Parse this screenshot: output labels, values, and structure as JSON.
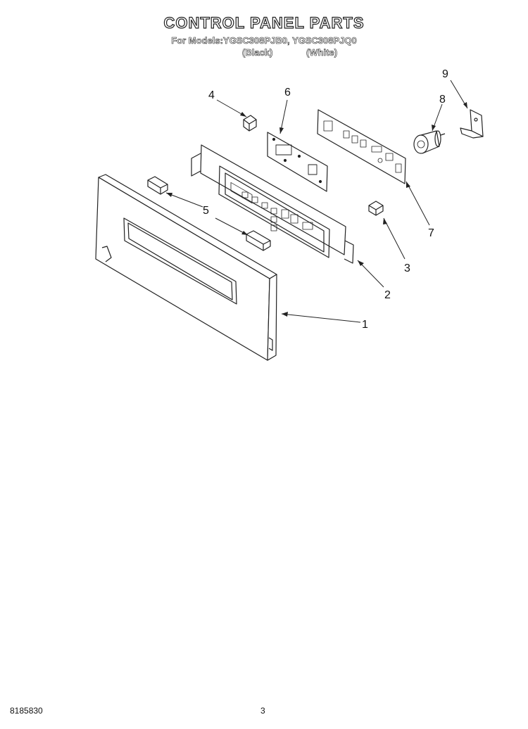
{
  "header": {
    "title": "CONTROL PANEL PARTS",
    "models_line": "For Models:YGSC308PJB0, YGSC308PJQ0",
    "variants": [
      "(Black)",
      "(White)"
    ]
  },
  "callouts": [
    {
      "id": "1",
      "label": "1",
      "part": "control-panel-housing"
    },
    {
      "id": "2",
      "label": "2",
      "part": "control-panel-bracket"
    },
    {
      "id": "3",
      "label": "3",
      "part": "standoff"
    },
    {
      "id": "4",
      "label": "4",
      "part": "standoff"
    },
    {
      "id": "5",
      "label": "5",
      "part": "spacer-blocks"
    },
    {
      "id": "6",
      "label": "6",
      "part": "membrane-overlay"
    },
    {
      "id": "7",
      "label": "7",
      "part": "electronic-control-board"
    },
    {
      "id": "8",
      "label": "8",
      "part": "temperature-switch"
    },
    {
      "id": "9",
      "label": "9",
      "part": "mounting-bracket"
    }
  ],
  "footer": {
    "doc_number": "8185830",
    "page_number": "3"
  }
}
